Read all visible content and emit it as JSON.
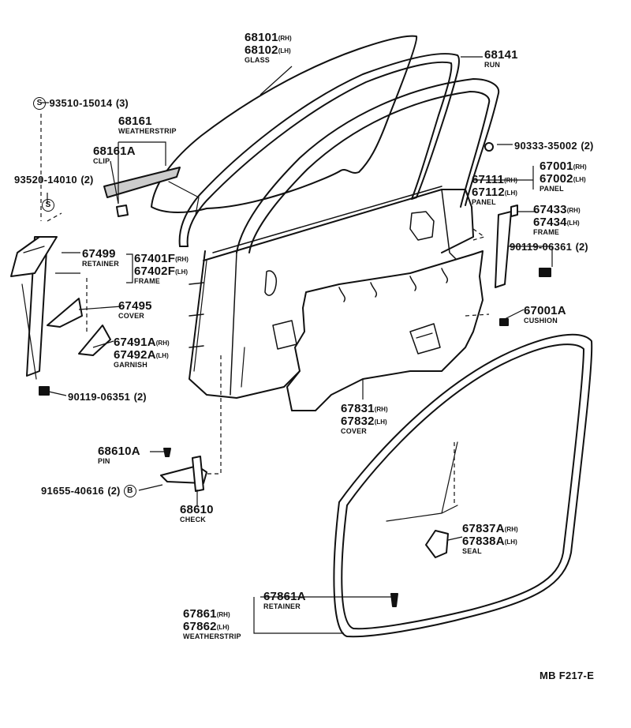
{
  "diagram_code": "MB F217-E",
  "callouts": [
    {
      "id": "glass",
      "lines": [
        {
          "part": "68101",
          "suffix": "(RH)"
        },
        {
          "part": "68102",
          "suffix": "(LH)"
        }
      ],
      "name": "GLASS"
    },
    {
      "id": "run",
      "lines": [
        {
          "part": "68141",
          "suffix": ""
        }
      ],
      "name": "RUN"
    },
    {
      "id": "screw1",
      "symbol": "S",
      "lines": [
        {
          "part": "93510-15014",
          "suffix": "",
          "qty": "(3)"
        }
      ],
      "name": ""
    },
    {
      "id": "weatherstrip-upper",
      "lines": [
        {
          "part": "68161",
          "suffix": ""
        }
      ],
      "name": "WEATHERSTRIP"
    },
    {
      "id": "clip",
      "lines": [
        {
          "part": "68161A",
          "suffix": ""
        }
      ],
      "name": "CLIP"
    },
    {
      "id": "screw2",
      "lines": [
        {
          "part": "93520-14010",
          "suffix": "",
          "qty": "(2)"
        }
      ],
      "name": ""
    },
    {
      "id": "plug",
      "lines": [
        {
          "part": "90333-35002",
          "suffix": "",
          "qty": "(2)"
        }
      ],
      "name": ""
    },
    {
      "id": "panel",
      "lines": [
        {
          "part": "67111",
          "suffix": "(RH)"
        },
        {
          "part": "67112",
          "suffix": "(LH)"
        }
      ],
      "name": "PANEL",
      "lines2": [
        {
          "part": "67001",
          "suffix": "(RH)"
        },
        {
          "part": "67002",
          "suffix": "(LH)"
        }
      ]
    },
    {
      "id": "frame-rear",
      "lines": [
        {
          "part": "67433",
          "suffix": "(RH)"
        },
        {
          "part": "67434",
          "suffix": "(LH)"
        }
      ],
      "name": "FRAME"
    },
    {
      "id": "bolt-rear",
      "lines": [
        {
          "part": "90119-06361",
          "suffix": "",
          "qty": "(2)"
        }
      ],
      "name": ""
    },
    {
      "id": "retainer",
      "lines": [
        {
          "part": "67499",
          "suffix": ""
        }
      ],
      "name": "RETAINER"
    },
    {
      "id": "frame-front",
      "lines": [
        {
          "part": "67401F",
          "suffix": "(RH)"
        },
        {
          "part": "67402F",
          "suffix": "(LH)"
        }
      ],
      "name": "FRAME"
    },
    {
      "id": "cover-small",
      "lines": [
        {
          "part": "67495",
          "suffix": ""
        }
      ],
      "name": "COVER"
    },
    {
      "id": "garnish",
      "lines": [
        {
          "part": "67491A",
          "suffix": "(RH)"
        },
        {
          "part": "67492A",
          "suffix": "(LH)"
        }
      ],
      "name": "GARNISH"
    },
    {
      "id": "cushion",
      "lines": [
        {
          "part": "67001A",
          "suffix": ""
        }
      ],
      "name": "CUSHION"
    },
    {
      "id": "bolt-front",
      "lines": [
        {
          "part": "90119-06351",
          "suffix": "",
          "qty": "(2)"
        }
      ],
      "name": ""
    },
    {
      "id": "cover-large",
      "lines": [
        {
          "part": "67831",
          "suffix": "(RH)"
        },
        {
          "part": "67832",
          "suffix": "(LH)"
        }
      ],
      "name": "COVER"
    },
    {
      "id": "pin",
      "lines": [
        {
          "part": "68610A",
          "suffix": ""
        }
      ],
      "name": "PIN"
    },
    {
      "id": "bolt-check",
      "symbol": "B",
      "lines": [
        {
          "part": "91655-40616",
          "suffix": "",
          "qty": "(2)"
        }
      ],
      "name": ""
    },
    {
      "id": "check",
      "lines": [
        {
          "part": "68610",
          "suffix": ""
        }
      ],
      "name": "CHECK"
    },
    {
      "id": "seal",
      "lines": [
        {
          "part": "67837A",
          "suffix": "(RH)"
        },
        {
          "part": "67838A",
          "suffix": "(LH)"
        }
      ],
      "name": "SEAL"
    },
    {
      "id": "retainer-ws",
      "lines": [
        {
          "part": "67861A",
          "suffix": ""
        }
      ],
      "name": "RETAINER"
    },
    {
      "id": "weatherstrip-door",
      "lines": [
        {
          "part": "67861",
          "suffix": "(RH)"
        },
        {
          "part": "67862",
          "suffix": "(LH)"
        }
      ],
      "name": "WEATHERSTRIP"
    }
  ]
}
